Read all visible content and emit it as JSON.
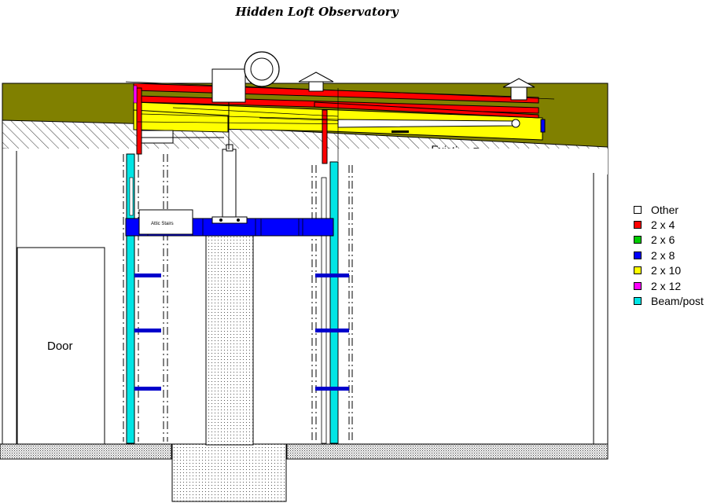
{
  "title": "Hidden Loft Observatory",
  "labels": {
    "existing_roof": "Existing Roof",
    "door": "Door",
    "attic_stairs": "Attic Stairs"
  },
  "legend": [
    {
      "label": "Other",
      "color": "#ffffff"
    },
    {
      "label": "2 x 4",
      "color": "#ff0000"
    },
    {
      "label": "2 x 6",
      "color": "#00cc00"
    },
    {
      "label": "2 x 8",
      "color": "#0000ff"
    },
    {
      "label": "2 x 10",
      "color": "#ffff00"
    },
    {
      "label": "2 x 12",
      "color": "#ff00ff"
    },
    {
      "label": "Beam/post",
      "color": "#00e5e5"
    }
  ],
  "colors": {
    "roof_olive": "#808000",
    "lumber_2x4": "#ff0000",
    "lumber_2x8": "#0000ff",
    "lumber_2x10": "#ffff00",
    "beam_post": "#00e5e5"
  }
}
